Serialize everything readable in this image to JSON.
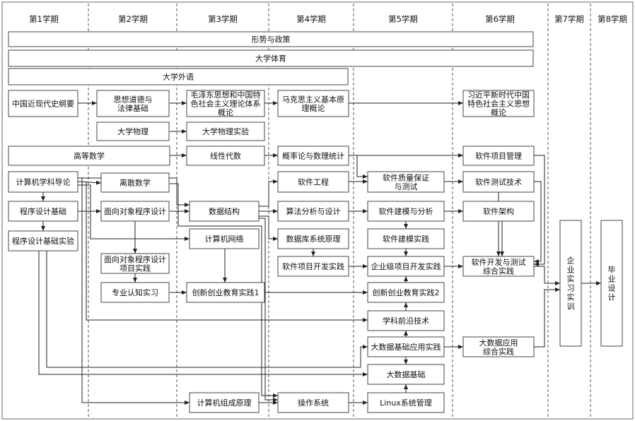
{
  "semesters": [
    "第1学期",
    "第2学期",
    "第3学期",
    "第4学期",
    "第5学期",
    "第6学期",
    "第7学期",
    "第8学期"
  ],
  "courses": {
    "situation_policy": "形势与政策",
    "pe": "大学体育",
    "english": "大学外语",
    "modern_history": "中国近现代史纲要",
    "ethics_law": "思想道德与|法律基础",
    "mao_thought": "毛泽东思想和中国特|色社会主义理论体系|概论",
    "marxism": "马克思主义基本原|理概论",
    "xi_thought": "习近平新时代中国|特色社会主义思想|概论",
    "physics": "大学物理",
    "physics_lab": "大学物理实验",
    "calculus": "高等数学",
    "linear_algebra": "线性代数",
    "probability": "概率论与数理统计",
    "sw_project_mgmt": "软件项目管理",
    "cs_intro": "计算机学科导论",
    "discrete_math": "离散数学",
    "sw_engineering": "软件工程",
    "sw_quality": "软件质量保证|与测试",
    "sw_testing": "软件测试技术",
    "programming": "程序设计基础",
    "oop": "面向对象程序设计",
    "data_structures": "数据结构",
    "algorithms": "算法分析与设计",
    "sw_modeling": "软件建模与分析",
    "sw_architecture": "软件架构",
    "programming_lab": "程序设计基础实验",
    "networks": "计算机网络",
    "database": "数据库系统原理",
    "modeling_lab": "软件建模实践",
    "oop_project": "面向对象程序设计|项目实践",
    "sw_dev_practice": "软件项目开发实践",
    "enterprise_project": "企业级项目开发实践",
    "dev_test_practice": "软件开发与测试|综合实践",
    "internship": "企|业|实|习|实|训",
    "thesis": "毕|业|设|计",
    "prof_practice": "专业认知实习",
    "innovation1": "创新创业教育实践1",
    "innovation2": "创新创业教育实践2",
    "frontier": "学科前沿技术",
    "bigdata_app": "大数据基础应用实践",
    "bigdata_comprehensive": "大数据应用|综合实践",
    "bigdata_basics": "大数据基础",
    "organization": "计算机组成原理",
    "os": "操作系统",
    "linux": "Linux系统管理"
  }
}
